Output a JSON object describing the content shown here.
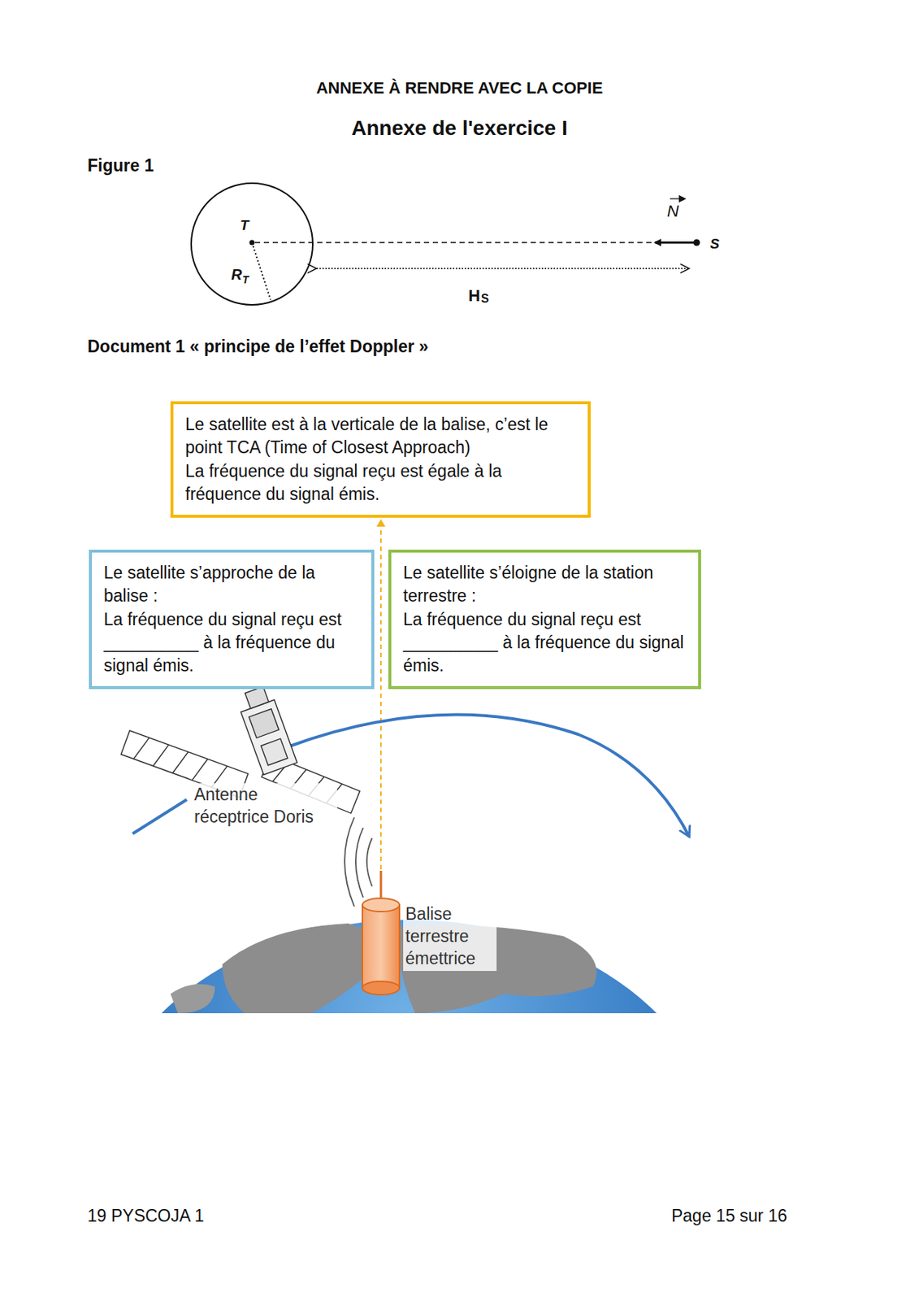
{
  "diagram": {
    "title": "ANNEXE À RENDRE AVEC LA COPIE",
    "nodes": [
      {
        "text": [
          "Le satellite est à la verticale de la balise, c’est le point TCA (Time of Closest Approach)",
          "La fréquence du signal reçu est égale à la fréquence du signal émis."
        ]
      },
      {
        "text": [
          "Le satellite s’approche de la balise :",
          "La fréquence du signal reçu est __________ à la fréquence du signal émis."
        ]
      },
      {
        "text": [
          "Le satellite s’éloigne de la station terrestre :",
          "La fréquence du signal reçu est __________ à la fréquence du signal émis."
        ]
      }
    ],
    "labels": [
      "Annexe de l'exercice I",
      "Figure 1",
      "T",
      "R",
      "T",
      "N",
      "S",
      "H",
      "S",
      "Document 1 « principe de l’effet Doppler »",
      "Antenne réceptrice Doris",
      "Balise terrestre émettrice",
      "19 PYSCOJA 1",
      "Page 15 sur 16"
    ]
  }
}
